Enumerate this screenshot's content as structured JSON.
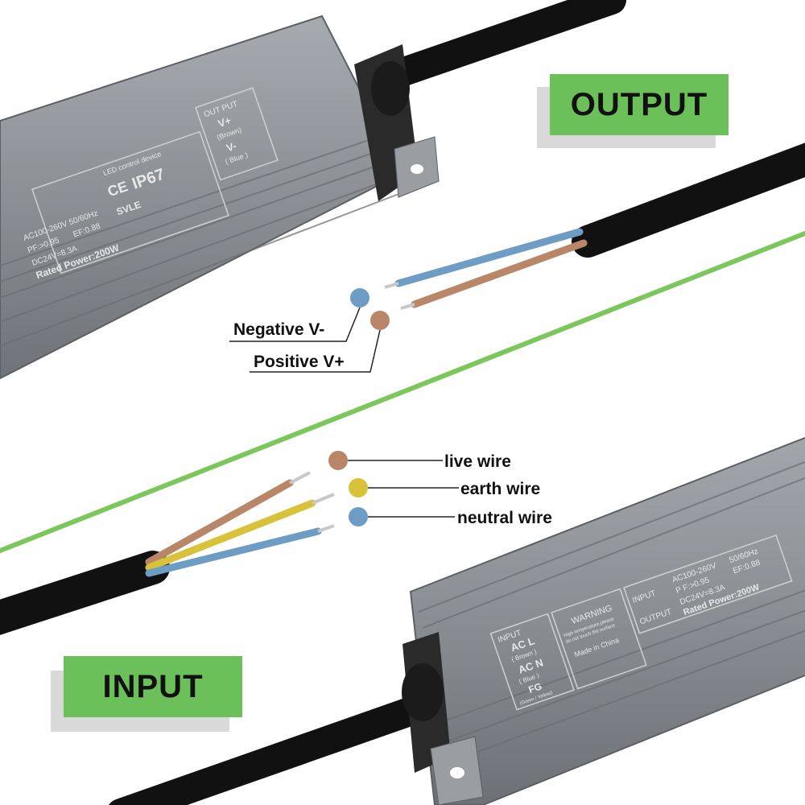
{
  "labels": {
    "output_badge": "OUTPUT",
    "input_badge": "INPUT",
    "negative": "Negative V-",
    "positive": "Positive V+",
    "live": "live wire",
    "earth": "earth wire",
    "neutral": "neutral wire"
  },
  "top_device": {
    "brand_line": "LED control device",
    "ce": "CE",
    "ip": "IP67",
    "svle": "SVLE",
    "spec1": "AC100-260V",
    "spec2": "50/60Hz",
    "spec3": "PF:>0.95",
    "spec4": "EF:0.88",
    "spec5": "DC24V=8.3A",
    "rated": "Rated Power:200W",
    "out_header": "OUT PUT",
    "v_plus": "V+",
    "brown": "(Brown)",
    "v_minus": "V-",
    "blue": "( Blue )"
  },
  "bottom_device": {
    "input_header": "INPUT",
    "acl": "AC L",
    "brown": "( Brown )",
    "acn": "AC N",
    "blue": "( Blue )",
    "fg": "FG",
    "green_yellow": "(Green / Yellow)",
    "warning": "WARNING",
    "warn_line1": "High temperature,please",
    "warn_line2": "do not touch the surface",
    "made": "Made in China",
    "row_input": "INPUT",
    "row_output": "OUTPUT",
    "spec1": "AC100-260V",
    "spec2": "50/60Hz",
    "spec3": "P F:>0.95",
    "spec4": "EF:0.88",
    "spec5": "DC24V=8.3A",
    "rated": "Rated Power:200W"
  },
  "colors": {
    "badge_green": "#6cc05a",
    "divider_green": "#7cc75c",
    "brown_wire": "#b98668",
    "blue_wire": "#6d9cc4",
    "yellow_wire": "#d8c23a",
    "case_gray": "#8d9196",
    "cable_black": "#111111"
  }
}
